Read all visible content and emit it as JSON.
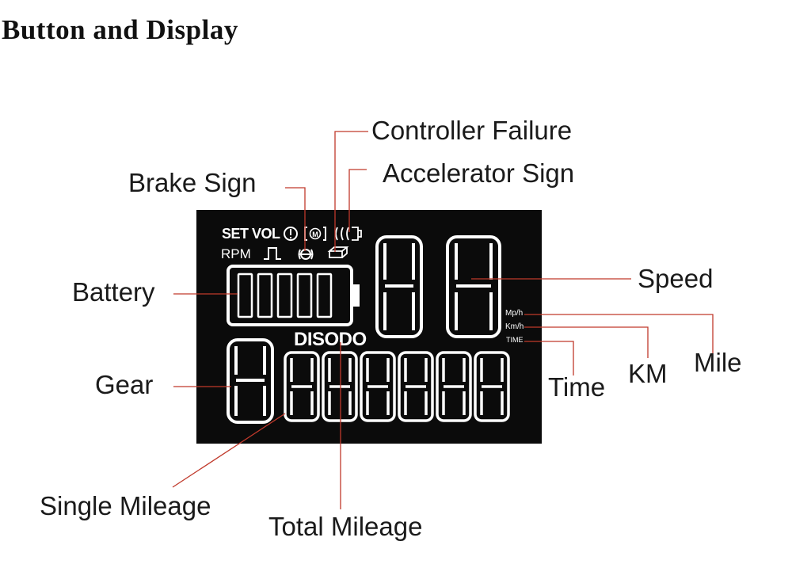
{
  "title": "Button and Display",
  "labels": {
    "controller_failure": "Controller Failure",
    "accelerator_sign": "Accelerator Sign",
    "brake_sign": "Brake Sign",
    "battery": "Battery",
    "speed": "Speed",
    "gear": "Gear",
    "time": "Time",
    "km": "KM",
    "mile": "Mile",
    "single_mileage": "Single Mileage",
    "total_mileage": "Total Mileage"
  },
  "lcd": {
    "set_vol": "SET VOL",
    "warning_symbol": "!",
    "motor_symbol": "[M]",
    "rpm": "RPM",
    "disodo": "DISODO",
    "mph": "Mp/h",
    "kmh": "Km/h",
    "time": "TIME"
  },
  "colors": {
    "leader_line": "#c0392b",
    "lcd_background": "#0b0b0b",
    "lcd_segment": "#ffffff"
  }
}
